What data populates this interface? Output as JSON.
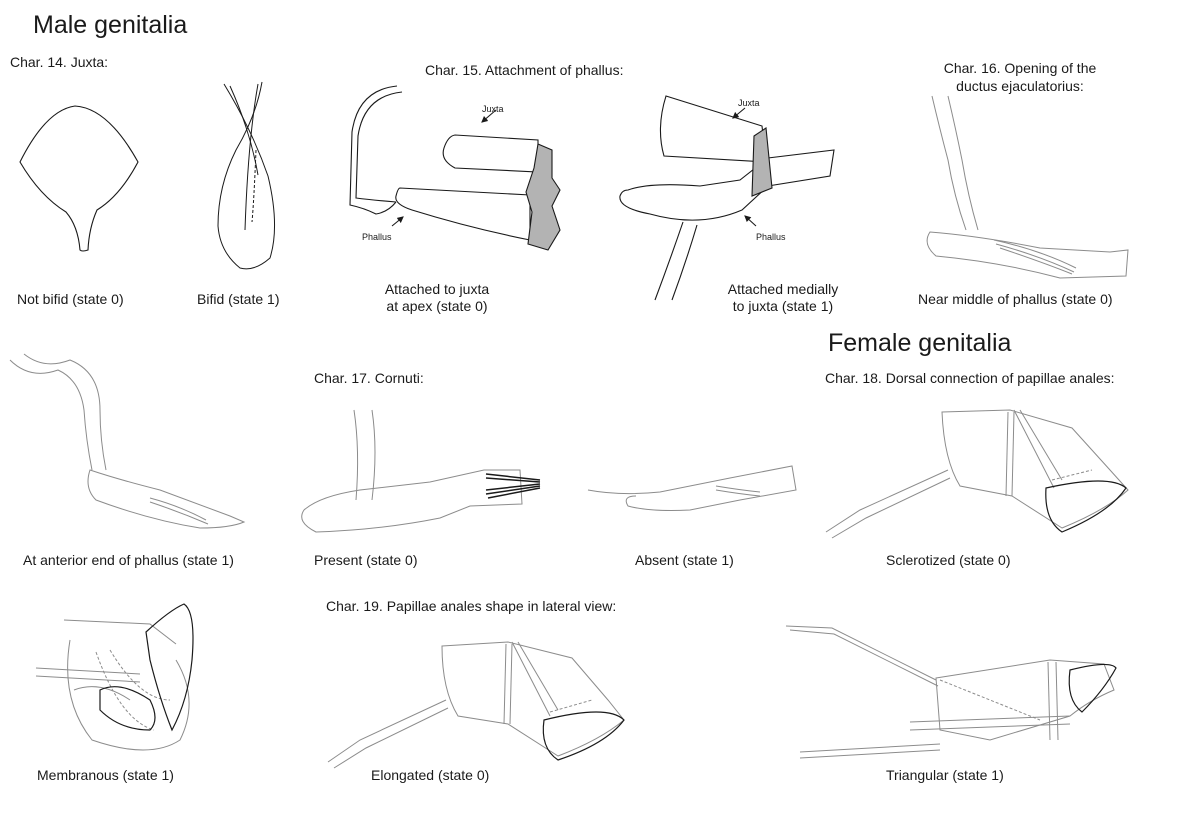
{
  "headings": {
    "male": "Male genitalia",
    "female": "Female genitalia"
  },
  "characters": {
    "c14": "Char. 14. Juxta:",
    "c15": "Char. 15. Attachment of phallus:",
    "c16_line1": "Char. 16. Opening of the",
    "c16_line2": "ductus ejaculatorius:",
    "c17": "Char. 17. Cornuti:",
    "c18": "Char. 18. Dorsal connection of papillae anales:",
    "c19": "Char. 19. Papillae anales shape in lateral view:"
  },
  "states": {
    "c14_s0": "Not bifid (state 0)",
    "c14_s1": "Bifid (state 1)",
    "c15_s0_line1": "Attached to juxta",
    "c15_s0_line2": "at apex (state 0)",
    "c15_s1_line1": "Attached medially",
    "c15_s1_line2": "to juxta (state 1)",
    "c16_s0": "Near middle of phallus (state 0)",
    "c16_s1": "At anterior end of phallus (state 1)",
    "c17_s0": "Present (state 0)",
    "c17_s1": "Absent (state 1)",
    "c18_s0": "Sclerotized (state 0)",
    "c18_s1": "Membranous (state 1)",
    "c19_s0": "Elongated (state 0)",
    "c19_s1": "Triangular (state 1)"
  },
  "labels": {
    "juxta_a": "Juxta",
    "phallus_a": "Phallus",
    "juxta_b": "Juxta",
    "phallus_b": "Phallus"
  },
  "colors": {
    "line": "#1a1a1a",
    "sketch": "#8c8c8c",
    "fill_sclerite": "#b3b3b3"
  }
}
